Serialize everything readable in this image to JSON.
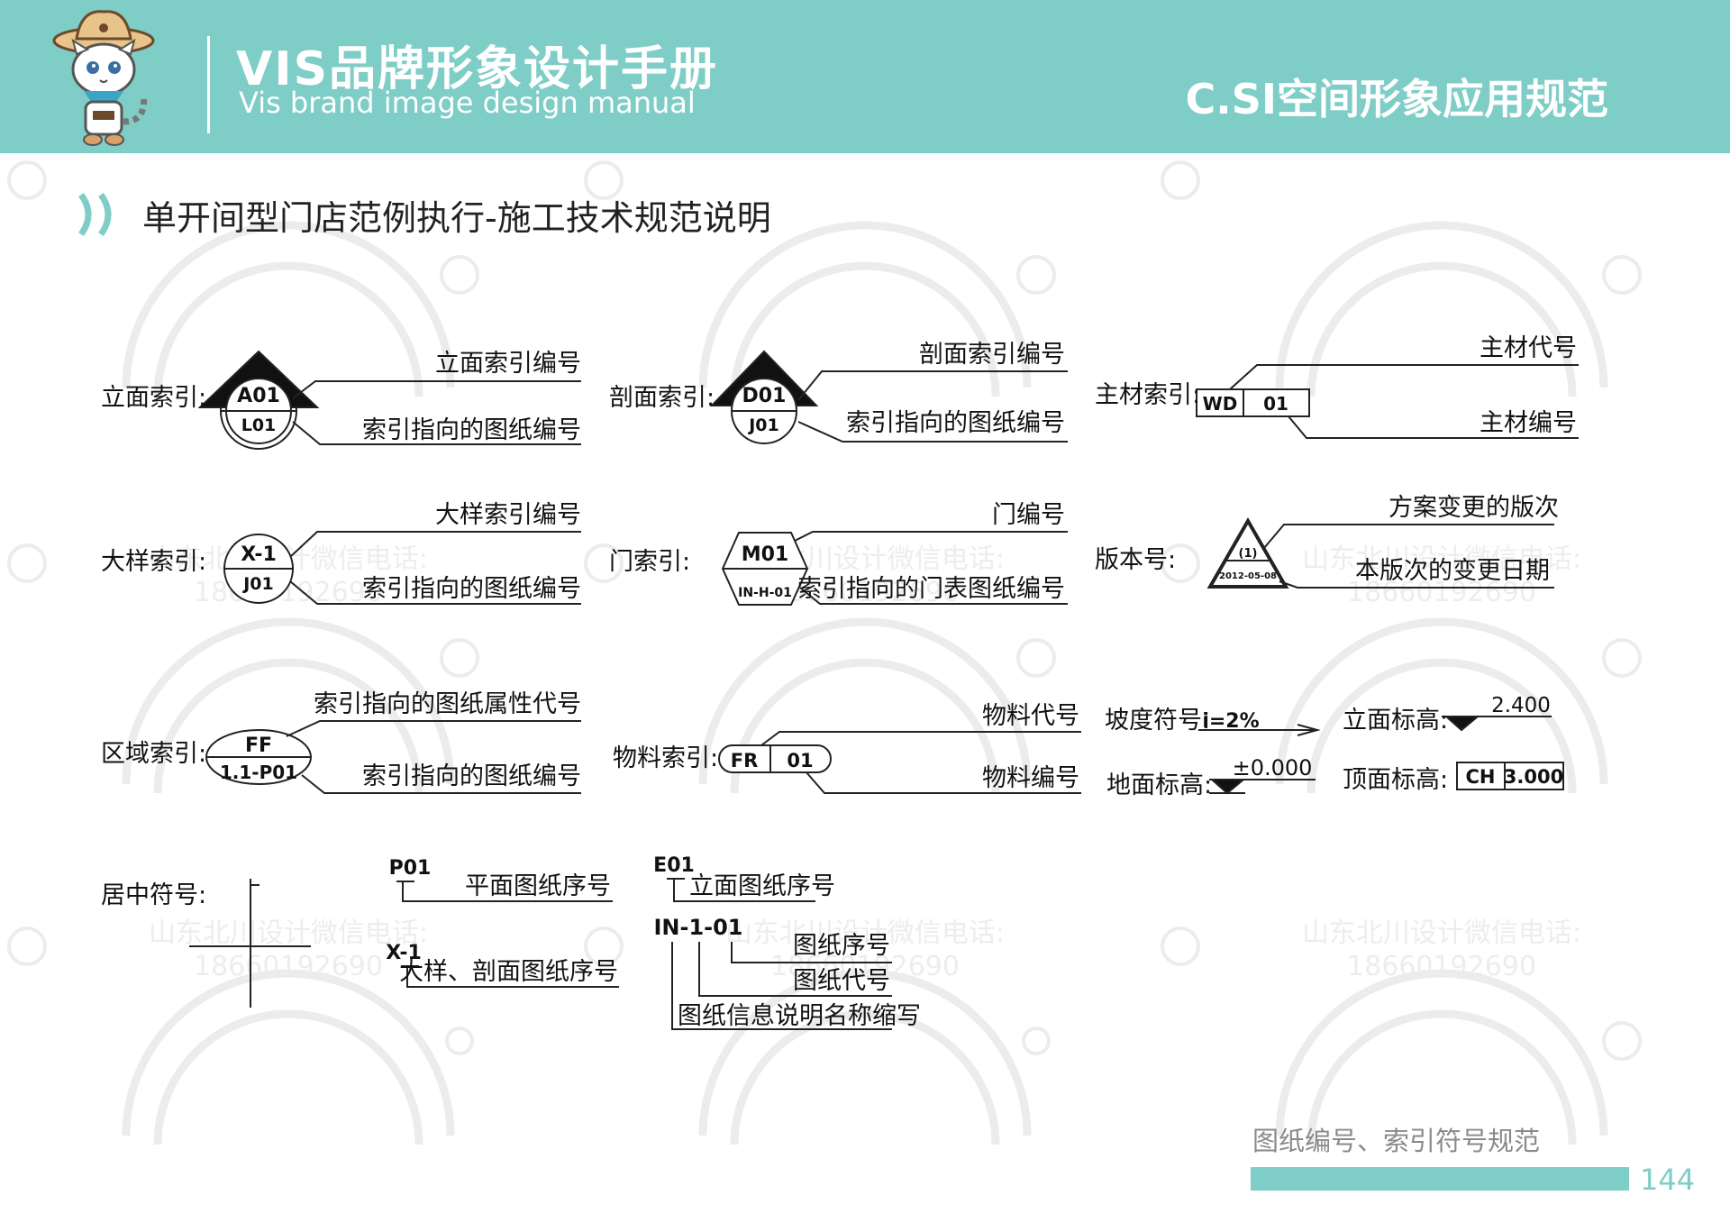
{
  "header": {
    "brand_title": "VIS品牌形象设计手册",
    "brand_subtitle": "Vis brand image design manual",
    "section_title": "C.SI空间形象应用规范"
  },
  "page": {
    "heading": "单开间型门店范例执行-施工技术规范说明",
    "footer_caption": "图纸编号、索引符号规范",
    "page_number": "144"
  },
  "watermark": {
    "line1": "山东北川设计微信电话:",
    "line2": "18660192690"
  },
  "symbols": {
    "elevation": {
      "label": "立面索引:",
      "top": "A01",
      "bottom": "L01",
      "ann_top": "立面索引编号",
      "ann_bottom": "索引指向的图纸编号"
    },
    "section": {
      "label": "剖面索引:",
      "top": "D01",
      "bottom": "J01",
      "ann_top": "剖面索引编号",
      "ann_bottom": "索引指向的图纸编号"
    },
    "material_main": {
      "label": "主材索引:",
      "code": "WD",
      "num": "01",
      "ann_top": "主材代号",
      "ann_bottom": "主材编号"
    },
    "detail": {
      "label": "大样索引:",
      "top": "X-1",
      "bottom": "J01",
      "ann_top": "大样索引编号",
      "ann_bottom": "索引指向的图纸编号"
    },
    "door": {
      "label": "门索引:",
      "top": "M01",
      "bottom": "IN-H-01",
      "ann_top": "门编号",
      "ann_bottom": "索引指向的门表图纸编号"
    },
    "version": {
      "label": "版本号:",
      "top": "(1)",
      "bottom": "2012-05-08",
      "ann_top": "方案变更的版次",
      "ann_bottom": "本版次的变更日期"
    },
    "area": {
      "label": "区域索引:",
      "top": "FF",
      "bottom": "1.1-P01",
      "ann_top": "索引指向的图纸属性代号",
      "ann_bottom": "索引指向的图纸编号"
    },
    "material": {
      "label": "物料索引:",
      "code": "FR",
      "num": "01",
      "ann_top": "物料代号",
      "ann_bottom": "物料编号"
    },
    "slope": {
      "label": "坡度符号:",
      "value": "i=2%"
    },
    "elev_level": {
      "label": "立面标高:",
      "value": "2.400"
    },
    "floor_level": {
      "label": "地面标高:",
      "value": "±0.000"
    },
    "ceiling_level": {
      "label": "顶面标高:",
      "code": "CH",
      "value": "3.000"
    },
    "center": {
      "label": "居中符号:"
    },
    "plan_seq": {
      "code": "P01",
      "ann": "平面图纸序号"
    },
    "detail_seq": {
      "code": "X-1",
      "ann": "大样、剖面图纸序号"
    },
    "elev_seq": {
      "code": "E01",
      "ann": "立面图纸序号"
    },
    "drawing_code": {
      "code": "IN-1-01",
      "ann1": "图纸序号",
      "ann2": "图纸代号",
      "ann3": "图纸信息说明名称缩写"
    }
  }
}
